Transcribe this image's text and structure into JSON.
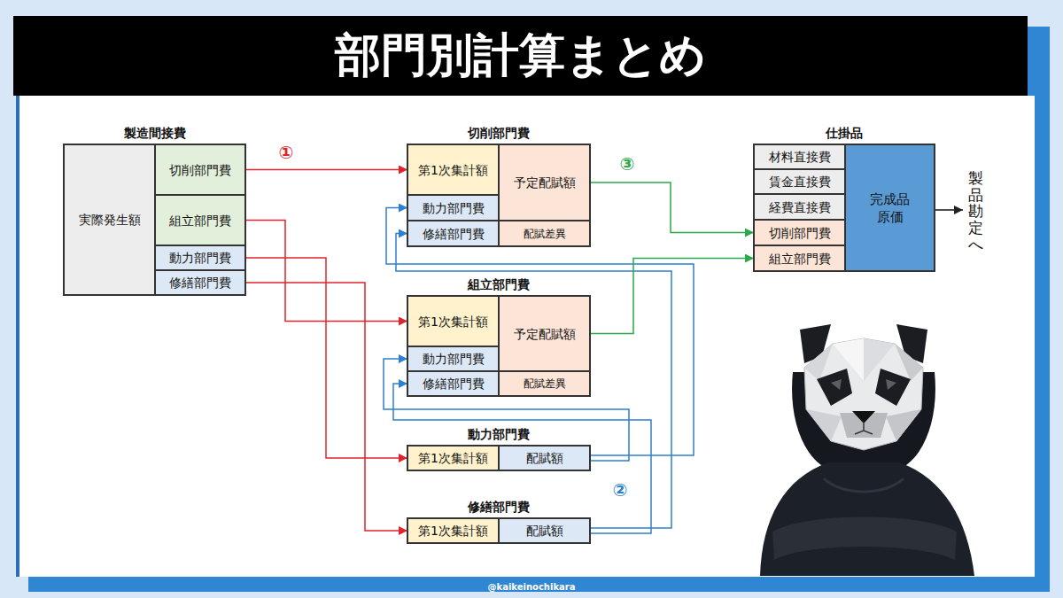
{
  "diagram": {
    "title": "部門別計算まとめ",
    "nodes": [
      {
        "text": [
          "製造間接費"
        ]
      },
      {
        "text": [
          "実際発生額"
        ],
        "in": 0
      },
      {
        "text": [
          "切削部門費"
        ],
        "in": 0
      },
      {
        "text": [
          "組立部門費"
        ],
        "in": 0
      },
      {
        "text": [
          "動力部門費"
        ],
        "in": 0
      },
      {
        "text": [
          "修繕部門費"
        ],
        "in": 0
      },
      {
        "text": [
          "切削部門費"
        ]
      },
      {
        "text": [
          "第1次集計額"
        ],
        "in": 6
      },
      {
        "text": [
          "予定配賦額"
        ],
        "in": 6
      },
      {
        "text": [
          "動力部門費"
        ],
        "in": 6
      },
      {
        "text": [
          "修繕部門費"
        ],
        "in": 6
      },
      {
        "text": [
          "配賦差異"
        ],
        "in": 6
      },
      {
        "text": [
          "組立部門費"
        ]
      },
      {
        "text": [
          "第1次集計額"
        ],
        "in": 12
      },
      {
        "text": [
          "予定配賦額"
        ],
        "in": 12
      },
      {
        "text": [
          "動力部門費"
        ],
        "in": 12
      },
      {
        "text": [
          "修繕部門費"
        ],
        "in": 12
      },
      {
        "text": [
          "配賦差異"
        ],
        "in": 12
      },
      {
        "text": [
          "動力部門費"
        ]
      },
      {
        "text": [
          "第1次集計額"
        ],
        "in": 18
      },
      {
        "text": [
          "配賦額"
        ],
        "in": 18
      },
      {
        "text": [
          "修繕部門費"
        ]
      },
      {
        "text": [
          "第1次集計額"
        ],
        "in": 21
      },
      {
        "text": [
          "配賦額"
        ],
        "in": 21
      },
      {
        "text": [
          "仕掛品"
        ]
      },
      {
        "text": [
          "材料直接費"
        ],
        "in": 24
      },
      {
        "text": [
          "賃金直接費"
        ],
        "in": 24
      },
      {
        "text": [
          "経費直接費"
        ],
        "in": 24
      },
      {
        "text": [
          "切削部門費"
        ],
        "in": 24
      },
      {
        "text": [
          "組立部門費"
        ],
        "in": 24
      },
      {
        "text": [
          "完成品 原価"
        ],
        "in": 24
      }
    ],
    "edges": [
      {
        "from": 2,
        "to": 7,
        "arrow": "to"
      },
      {
        "from": 3,
        "to": 13,
        "arrow": "to"
      },
      {
        "from": 4,
        "to": 19,
        "arrow": "to"
      },
      {
        "from": 5,
        "to": 22,
        "arrow": "to"
      },
      {
        "from": 20,
        "to": 9,
        "arrow": "to"
      },
      {
        "from": 20,
        "to": 15,
        "arrow": "to"
      },
      {
        "from": 23,
        "to": 10,
        "arrow": "to"
      },
      {
        "from": 23,
        "to": 16,
        "arrow": "to"
      },
      {
        "from": 8,
        "to": 28,
        "arrow": "to"
      },
      {
        "from": 14,
        "to": 29,
        "arrow": "to"
      }
    ],
    "labels": [
      "①",
      "②",
      "③",
      "製品勘定へ",
      "@kaikeinochikara"
    ]
  }
}
